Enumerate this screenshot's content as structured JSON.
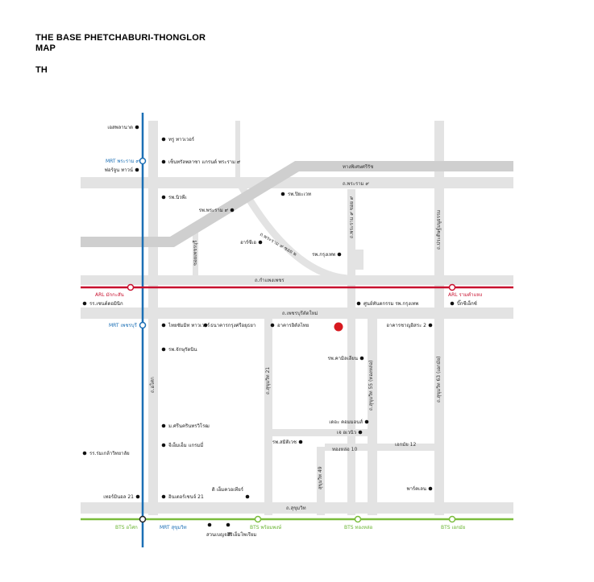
{
  "header": {
    "title_line1": "THE BASE PHETCHABURI-THONGLOR",
    "title_line2": "MAP",
    "language": "TH"
  },
  "colors": {
    "road": "#e3e3e3",
    "expressway": "#cfcfcf",
    "mrt_line": "#1b6fb5",
    "arl_line": "#c8102e",
    "bts_line": "#7bbd3d",
    "project_marker": "#d7191f"
  },
  "roads": {
    "expressway": "ทางพิเศษศรีรัช",
    "rama9": "ถ.พระราม ๙",
    "rama9_soi": "ถ.พระราม ๙ ซอย ๙",
    "rama9_soi2": "ถ.พระราม ๙ ซอย ๒",
    "kamphaengphet": "ถ.กำแพงเพชร",
    "phetchaburi": "ถ.เพชรบุรีตัดใหม่",
    "asoke": "ถ.อโศก",
    "sukhumvit": "ถ.สุขุมวิท",
    "sukhumvit21": "ถ.สุขุมวิท 21",
    "soi_phetchaburi": "ซอยเพชรบุรี",
    "sukhumvit55": "ถ.สุขุมวิท 55 (ทองหล่อ)",
    "sukhumvit63": "ถ.สุขุมวิท 63 (เอกมัย)",
    "ekkamai12": "เอกมัย 12",
    "thonglor10": "ทองหล่อ 10",
    "sukhumvit49": "สุขุมวิท 49",
    "pradit": "ถ.ประดิษฐ์มนูธรรม"
  },
  "stations": {
    "mrt_rama9": "MRT พระราม ๙",
    "mrt_phetchaburi": "MRT เพชรบุรี",
    "mrt_sukhumvit": "MRT สุขุมวิท",
    "arl_makkasan": "ARL มักกะสัน",
    "arl_ramkhamhaeng": "ARL รามคำแหง",
    "bts_asok": "BTS อโศก",
    "bts_phromphong": "BTS พร้อมพงษ์",
    "bts_thonglor": "BTS ทองหล่อ",
    "bts_ekkamai": "BTS เอกมัย"
  },
  "places": {
    "esplanade": "เอสพลานาด",
    "true_tower": "ทรู ทาวเวอร์",
    "central_rama9": "เซ็นทรัลพลาซา แกรนด์ พระราม ๙",
    "fortune_town": "ฟอร์จูน ทาวน์",
    "rama9_hospital": "รพ.พระราม ๙",
    "vejthani_hospital": "รพ.นิวพีเ",
    "piyavate_hospital": "รพ.ปิยะเวท",
    "rcb": "อาร์ซีเอ",
    "bangkok_hospital": "รพ.กรุงเทพ",
    "st_dominic": "รร.เซนต์ดอมินิก",
    "bangkok_hospital_center": "ศูนย์ทันตกรรม รพ.กรุงเทพ",
    "big_c": "บิ๊กซีเอ็กซ์",
    "thai_summit": "ไทยซัมมิท ทาวเวอร์",
    "bank_of_ayudhya": "ธนาคารกรุงศรีอยุธยา",
    "italthai_tower": "อาคารอิตัลไทย",
    "charn_issara2": "อาคารชาญอิสระ 2",
    "jetanin_hospital": "รพ.จักษุรัตนิน",
    "camillian_hospital": "รพ.คามิลเลียน",
    "swu": "ม.ศรีนครินทรวิโรฒ",
    "gmm_grammy": "จีเอ็มเอ็ม แกรมมี่",
    "prasarnmit_school": "รร.ร่มเกล้าวิทยาลัย",
    "terminal21": "เทอร์มินอล 21",
    "interchange21": "อินเตอร์เชนจ์ 21",
    "exchange_tower": "ดิ เอ็มควอเทียร์",
    "emporium": "ดิ เอ็มโพเรียม",
    "benjasiri_park": "สวนเบญจสิริ",
    "samitivej_hospital": "รพ.สมิติเวช",
    "major_ekkamai": "พาร์คเลน",
    "emquartier": "ดิ เอ็มควอเทียร์",
    "j_avenue": "เจ อเวนิว",
    "thonglor_community": "เดอะ คอมมอนส์"
  }
}
